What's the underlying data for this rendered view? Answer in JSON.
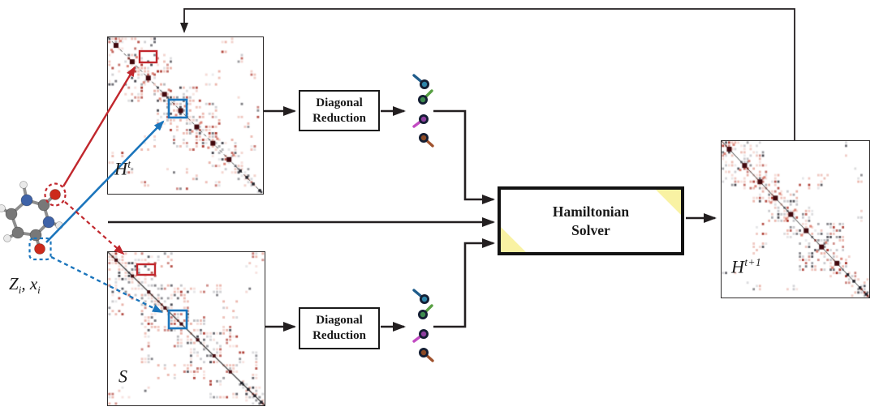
{
  "molecule": {
    "label": {
      "var1_base": "Z",
      "var1_sub": "i",
      "separator": ", ",
      "var2_base": "x",
      "var2_sub": "i"
    },
    "atom_colors": {
      "carbon": "#787878",
      "nitrogen": "#3f63a8",
      "oxygen": "#cc2a1c",
      "hydrogen": "#e9e9e9"
    }
  },
  "matrices": {
    "hamiltonian_t": {
      "label_base": "H",
      "label_sup": "t"
    },
    "overlap": {
      "label_base": "S",
      "label_sup": ""
    },
    "hamiltonian_next": {
      "label_base": "H",
      "label_sup": "t+1"
    }
  },
  "boxes": {
    "diagonal_reduction_top": {
      "line1": "Diagonal",
      "line2": "Reduction"
    },
    "diagonal_reduction_bottom": {
      "line1": "Diagonal",
      "line2": "Reduction"
    },
    "hamiltonian_solver": {
      "line1": "Hamiltonian",
      "line2": "Solver"
    }
  },
  "annotations": {
    "red": "#c1272d",
    "blue": "#1b75bc"
  },
  "solver_corner_color": "#f9f2a3",
  "arrow_color": "#231f20",
  "matrix_heat_red": "#c0392b",
  "vector_icons": [
    {
      "name": "blue-vector-icon",
      "core": "#2e86ab",
      "tail": "#1f5c8b"
    },
    {
      "name": "green-vector-icon",
      "core": "#3d8b4f",
      "tail": "#58a043"
    },
    {
      "name": "purple-vector-icon",
      "core": "#8e3fa0",
      "tail": "#c24bc2"
    },
    {
      "name": "brown-vector-icon",
      "core": "#8b4a26",
      "tail": "#a0522d"
    }
  ]
}
